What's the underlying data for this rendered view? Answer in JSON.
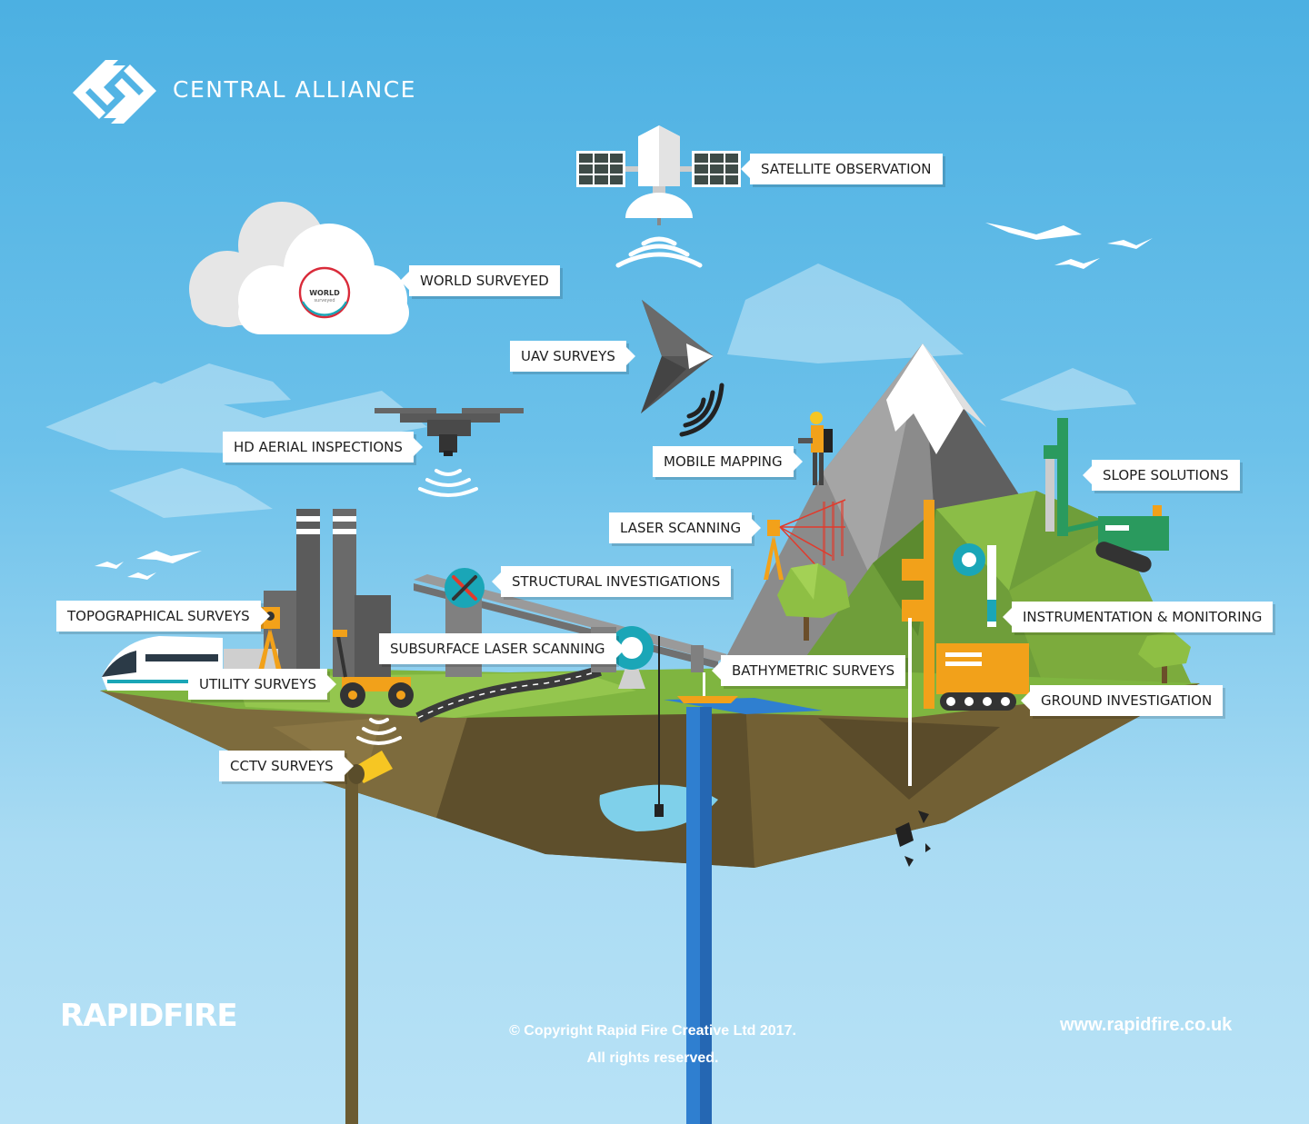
{
  "brand": {
    "name": "CENTRAL ALLIANCE",
    "logo_icon": "central-alliance-logo"
  },
  "callouts": {
    "satellite": "SATELLITE OBSERVATION",
    "world": "WORLD SURVEYED",
    "uav": "UAV SURVEYS",
    "hd_aerial": "HD AERIAL INSPECTIONS",
    "mobile_mapping": "MOBILE MAPPING",
    "slope": "SLOPE SOLUTIONS",
    "laser": "LASER SCANNING",
    "structural": "STRUCTURAL INVESTIGATIONS",
    "instrumentation": "INSTRUMENTATION & MONITORING",
    "topographical": "TOPOGRAPHICAL SURVEYS",
    "subsurface": "SUBSURFACE LASER SCANNING",
    "bathymetric": "BATHYMETRIC SURVEYS",
    "utility": "UTILITY SURVEYS",
    "ground": "GROUND INVESTIGATION",
    "cctv": "CCTV SURVEYS"
  },
  "world_badge": {
    "line1": "WORLD",
    "line2": "surveyed"
  },
  "footer": {
    "brand": "RAPIDFIRE",
    "copyright_line1": "© Copyright Rapid Fire Creative Ltd 2017.",
    "copyright_line2": "All rights reserved.",
    "website": "www.rapidfire.co.uk"
  },
  "colors": {
    "sky_top": "#4cb0e2",
    "sky_bottom": "#b8e2f6",
    "grass": "#7fb540",
    "soil": "#6b5b32",
    "water": "#2f7fd0",
    "accent_orange": "#f2a11a",
    "accent_teal": "#1aa6b7",
    "survey_red": "#e23a2c"
  }
}
